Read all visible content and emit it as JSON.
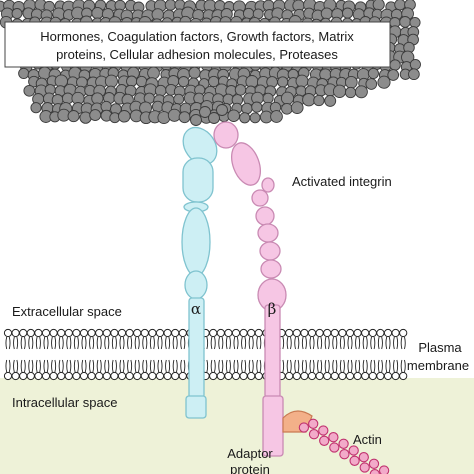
{
  "ecm_box": {
    "line1": "Hormones, Coagulation factors, Growth factors, Matrix",
    "line2": "proteins, Cellular adhesion molecules, Proteases"
  },
  "labels": {
    "activated_integrin": "Activated integrin",
    "extracellular": "Extracellular space",
    "intracellular": "Intracellular space",
    "plasma_line1": "Plasma",
    "plasma_line2": "membrane",
    "alpha": "α",
    "beta": "β",
    "adaptor_line1": "Adaptor",
    "adaptor_line2": "protein",
    "actin": "Actin"
  },
  "colors": {
    "cluster_fill": "#8c8c8c",
    "cluster_stroke": "#3a3a3a",
    "alpha_fill": "#cdeff4",
    "alpha_stroke": "#7fc3cf",
    "beta_fill": "#f6c6e4",
    "beta_stroke": "#c98ab3",
    "intracellular_bg": "#eef2d8",
    "adaptor_fill": "#f3b089",
    "actin_fill": "#f2aac9",
    "actin_stroke": "#c0326f"
  }
}
